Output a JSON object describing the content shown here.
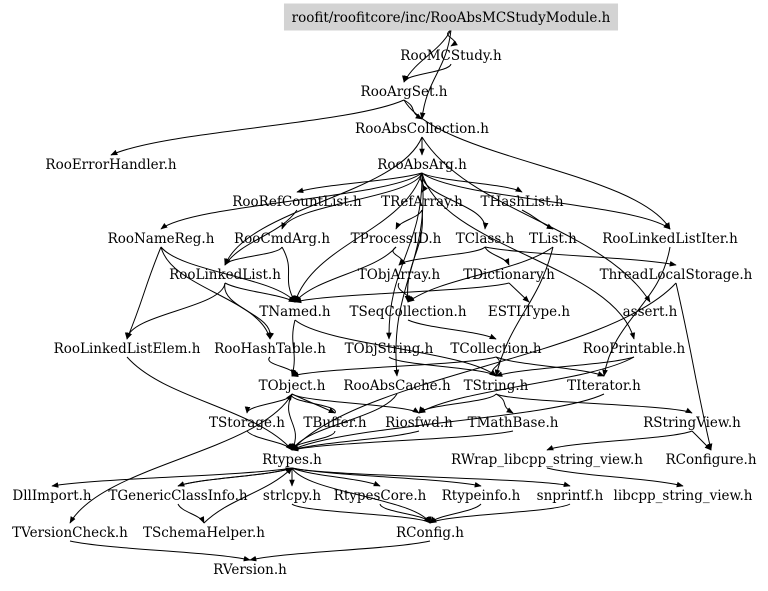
{
  "graph": {
    "root": "roofit/roofitcore/inc/RooAbsMCStudyModule.h",
    "nodes": [
      "roofit/roofitcore/inc/RooAbsMCStudyModule.h",
      "RooMCStudy.h",
      "RooArgSet.h",
      "RooAbsCollection.h",
      "RooErrorHandler.h",
      "RooAbsArg.h",
      "RooRefCountList.h",
      "TRefArray.h",
      "THashList.h",
      "RooNameReg.h",
      "RooCmdArg.h",
      "TProcessID.h",
      "TClass.h",
      "TList.h",
      "RooLinkedListIter.h",
      "RooLinkedList.h",
      "TObjArray.h",
      "TDictionary.h",
      "ThreadLocalStorage.h",
      "TNamed.h",
      "TSeqCollection.h",
      "ESTLType.h",
      "assert.h",
      "RooLinkedListElem.h",
      "RooHashTable.h",
      "TObjString.h",
      "TCollection.h",
      "RooPrintable.h",
      "TObject.h",
      "RooAbsCache.h",
      "TString.h",
      "TIterator.h",
      "TStorage.h",
      "TBuffer.h",
      "Riosfwd.h",
      "TMathBase.h",
      "RStringView.h",
      "Rtypes.h",
      "RWrap_libcpp_string_view.h",
      "RConfigure.h",
      "DllImport.h",
      "TGenericClassInfo.h",
      "strlcpy.h",
      "RtypesCore.h",
      "Rtypeinfo.h",
      "snprintf.h",
      "libcpp_string_view.h",
      "TVersionCheck.h",
      "TSchemaHelper.h",
      "RConfig.h",
      "RVersion.h"
    ]
  },
  "style": {
    "root_fill": "#d3d3d3",
    "edge_color": "#000000",
    "background": "#ffffff"
  }
}
